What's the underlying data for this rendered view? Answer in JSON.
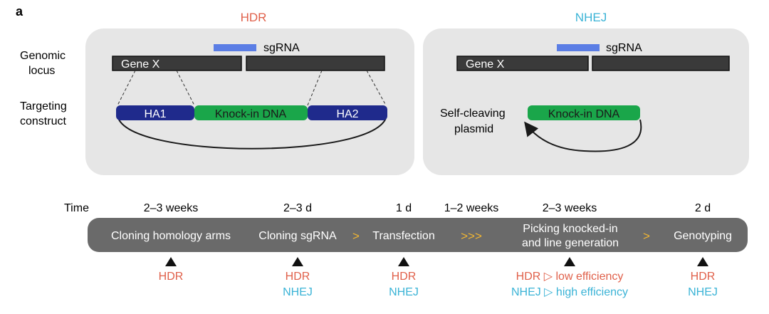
{
  "panel_label": "a",
  "colors": {
    "hdr": "#e0604a",
    "nhej": "#3ab3d6",
    "panel_bg": "#e6e6e6",
    "gene_bar": "#3a3a3a",
    "sgrna": "#5b7ee5",
    "homology_arm": "#1f2a8c",
    "knockin": "#1aa64a",
    "timeline_bar": "#6a6a6a",
    "chevron": "#f2b632"
  },
  "hdr_panel": {
    "title": "HDR",
    "sgrna_label": "sgRNA",
    "gene_label": "Gene X",
    "ha1_label": "HA1",
    "knockin_label": "Knock-in DNA",
    "ha2_label": "HA2"
  },
  "nhej_panel": {
    "title": "NHEJ",
    "sgrna_label": "sgRNA",
    "gene_label": "Gene X",
    "knockin_label": "Knock-in DNA",
    "plasmid_label_line1": "Self-cleaving",
    "plasmid_label_line2": "plasmid"
  },
  "row_labels": {
    "genomic_line1": "Genomic",
    "genomic_line2": "locus",
    "targeting_line1": "Targeting",
    "targeting_line2": "construct"
  },
  "timeline": {
    "time_label": "Time",
    "durations": [
      "2–3 weeks",
      "2–3 d",
      "1 d",
      "1–2 weeks",
      "2–3 weeks",
      "2 d"
    ],
    "steps": {
      "cloning_arms": "Cloning homology arms",
      "cloning_sgrna": "Cloning sgRNA",
      "transfection": "Transfection",
      "picking_line1": "Picking knocked-in",
      "picking_line2": "and line generation",
      "genotyping": "Genotyping"
    },
    "separators": {
      "s1": ">",
      "s2": ">>>",
      "s3": ">"
    },
    "markers": {
      "m1_hdr": "HDR",
      "m2_hdr": "HDR",
      "m2_nhej": "NHEJ",
      "m3_hdr": "HDR",
      "m3_nhej": "NHEJ",
      "m4_hdr": "HDR ▷ low efficiency",
      "m4_nhej": "NHEJ ▷ high efficiency",
      "m5_hdr": "HDR",
      "m5_nhej": "NHEJ"
    }
  }
}
